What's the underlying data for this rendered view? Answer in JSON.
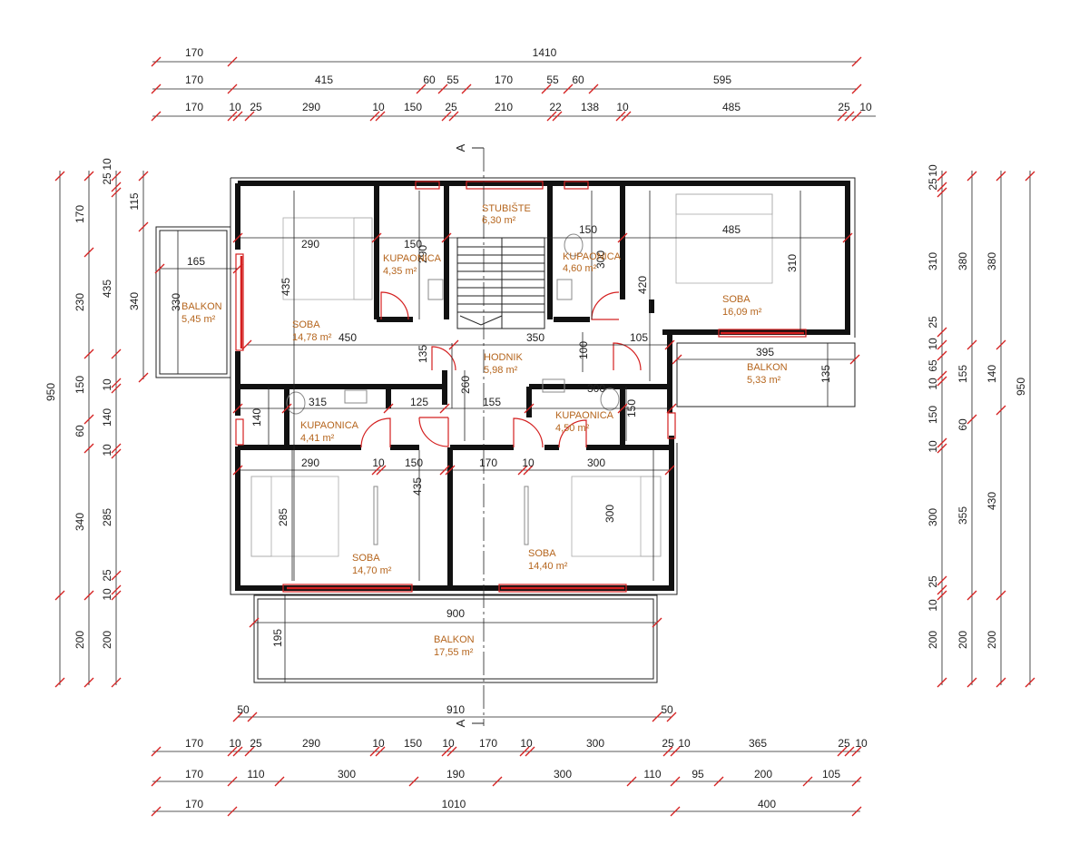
{
  "section_marker": "A",
  "rooms": [
    {
      "id": "stubiste",
      "name": "STUBIŠTE",
      "area": "6,30 m²"
    },
    {
      "id": "kup1",
      "name": "KUPAONICA",
      "area": "4,35 m²"
    },
    {
      "id": "kup2",
      "name": "KUPAONICA",
      "area": "4,60 m²"
    },
    {
      "id": "soba-nw",
      "name": "SOBA",
      "area": "14,78 m²"
    },
    {
      "id": "soba-ne",
      "name": "SOBA",
      "area": "16,09 m²"
    },
    {
      "id": "hodnik",
      "name": "HODNIK",
      "area": "5,98 m²"
    },
    {
      "id": "balkon-w",
      "name": "BALKON",
      "area": "5,45 m²"
    },
    {
      "id": "balkon-e",
      "name": "BALKON",
      "area": "5,33 m²"
    },
    {
      "id": "kup3",
      "name": "KUPAONICA",
      "area": "4,41 m²"
    },
    {
      "id": "kup4",
      "name": "KUPAONICA",
      "area": "4,50 m²"
    },
    {
      "id": "soba-sw",
      "name": "SOBA",
      "area": "14,70 m²"
    },
    {
      "id": "soba-se",
      "name": "SOBA",
      "area": "14,40 m²"
    },
    {
      "id": "balkon-s",
      "name": "BALKON",
      "area": "17,55 m²"
    }
  ],
  "top_dims": [
    [
      "170",
      "1410"
    ],
    [
      "170",
      "415",
      "60",
      "55",
      "170",
      "55",
      "60",
      "595"
    ],
    [
      "170",
      "10",
      "25",
      "290",
      "10",
      "150",
      "25",
      "210",
      "22",
      "138",
      "10",
      "485",
      "25",
      "10"
    ]
  ],
  "bottom_dims": [
    [
      "170",
      "10",
      "25",
      "290",
      "10",
      "150",
      "10",
      "170",
      "10",
      "300",
      "25",
      "10",
      "365",
      "25",
      "10"
    ],
    [
      "170",
      "110",
      "300",
      "190",
      "300",
      "110",
      "95",
      "200",
      "105"
    ],
    [
      "170",
      "1010",
      "400"
    ]
  ],
  "left_dims": [
    [
      "950"
    ],
    [
      "170",
      "230",
      "150",
      "60",
      "340",
      "200"
    ],
    [
      "25",
      "10",
      "435",
      "10",
      "140",
      "10",
      "285",
      "10",
      "25",
      "200"
    ]
  ],
  "left_balcony_dims": [
    "115",
    "340"
  ],
  "right_dims": [
    [
      "25",
      "10",
      "310",
      "25",
      "10",
      "10",
      "65",
      "150",
      "10",
      "300",
      "10",
      "25",
      "200"
    ],
    [
      "380",
      "155",
      "60",
      "355",
      "200"
    ],
    [
      "380",
      "140",
      "430",
      "200"
    ],
    [
      "950"
    ]
  ],
  "inner_dims": [
    "290",
    "150",
    "290",
    "485",
    "150",
    "300",
    "165",
    "330",
    "435",
    "420",
    "310",
    "450",
    "135",
    "350",
    "100",
    "105",
    "395",
    "135",
    "315",
    "125",
    "155",
    "260",
    "300",
    "150",
    "140",
    "290",
    "10",
    "150",
    "170",
    "10",
    "300",
    "435",
    "285",
    "300",
    "900",
    "195",
    "910",
    "50",
    "50"
  ]
}
